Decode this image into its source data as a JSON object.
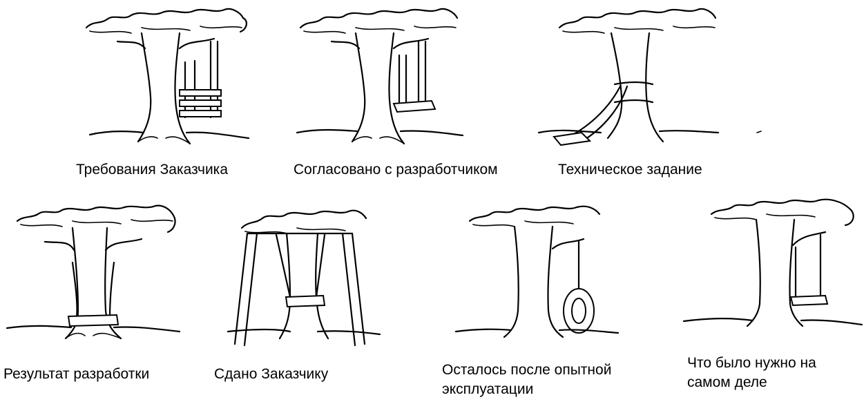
{
  "panels": [
    {
      "caption": "Требования Заказчика",
      "variant": "three-board-swing"
    },
    {
      "caption": "Согласовано с разработчиком",
      "variant": "ropes-from-trunk-swing"
    },
    {
      "caption": "Техническое задание",
      "variant": "seat-on-ground"
    },
    {
      "caption": "Результат разработки",
      "variant": "seat-around-trunk"
    },
    {
      "caption": "Сдано Заказчику",
      "variant": "a-frame-swing"
    },
    {
      "caption": "Осталось после опытной эксплуатации",
      "caption_line1": "Осталось после опытной",
      "caption_line2": "эксплуатации",
      "variant": "tire-swing"
    },
    {
      "caption": "Что было нужно на самом деле",
      "caption_line1": "Что было нужно на",
      "caption_line2": "самом деле",
      "variant": "simple-swing"
    }
  ]
}
